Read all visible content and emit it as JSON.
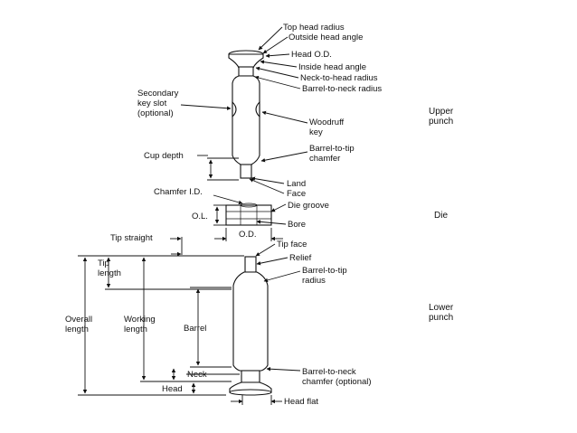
{
  "diagram": {
    "upper": {
      "top_head_radius": "Top head radius",
      "outside_head_angle": "Outside head angle",
      "head_od": "Head O.D.",
      "inside_head_angle": "Inside head angle",
      "neck_to_head_radius": "Neck-to-head radius",
      "barrel_to_neck_radius": "Barrel-to-neck radius",
      "secondary_key_slot": [
        "Secondary",
        "key slot",
        "(optional)"
      ],
      "woodruff_key": [
        "Woodruff",
        "key"
      ],
      "barrel_to_tip_chamfer": [
        "Barrel-to-tip",
        "chamfer"
      ],
      "cup_depth": "Cup depth",
      "land": "Land",
      "face": "Face",
      "section": [
        "Upper",
        "punch"
      ]
    },
    "die": {
      "chamfer_id": "Chamfer I.D.",
      "die_groove": "Die groove",
      "ol": "O.L.",
      "bore": "Bore",
      "od": "O.D.",
      "section": [
        "Die"
      ]
    },
    "lower": {
      "tip_straight": "Tip straight",
      "tip_face": "Tip face",
      "tip_length": [
        "Tip",
        "length"
      ],
      "relief": "Relief",
      "barrel_to_tip_radius": [
        "Barrel-to-tip",
        "radius"
      ],
      "overall_length": [
        "Overall",
        "length"
      ],
      "working_length": [
        "Working",
        "length"
      ],
      "barrel": "Barrel",
      "neck": "Neck",
      "head": "Head",
      "barrel_to_neck_chamfer": [
        "Barrel-to-neck",
        "chamfer (optional)"
      ],
      "head_flat": "Head flat",
      "section": [
        "Lower",
        "punch"
      ]
    }
  }
}
